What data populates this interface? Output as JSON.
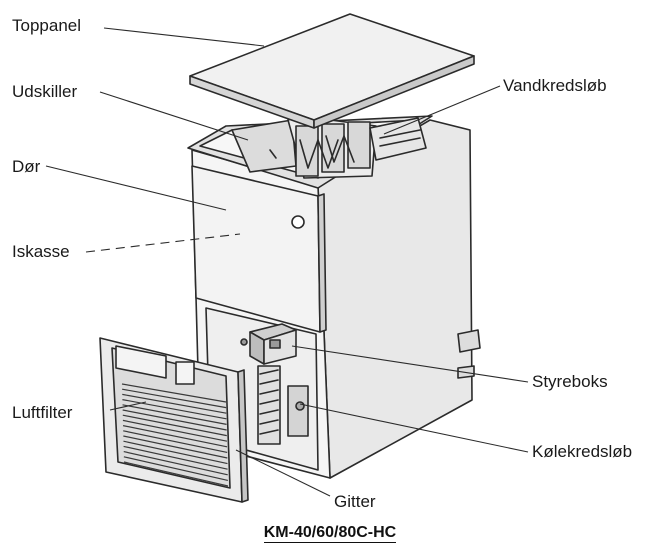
{
  "labels": {
    "toppanel": "Toppanel",
    "udskiller": "Udskiller",
    "door": "Dør",
    "iskasse": "Iskasse",
    "luftfilter": "Luftfilter",
    "vandkredsloeb": "Vandkredsløb",
    "styreboks": "Styreboks",
    "koelekredsloeb": "Kølekredsløb",
    "gitter": "Gitter"
  },
  "caption": "KM-40/60/80C-HC",
  "colors": {
    "line": "#2b2b2b",
    "panel": "#f2f2f2",
    "side": "#e4e4e4",
    "shade": "#cfcfcf",
    "ink": "#1a1a1a"
  }
}
